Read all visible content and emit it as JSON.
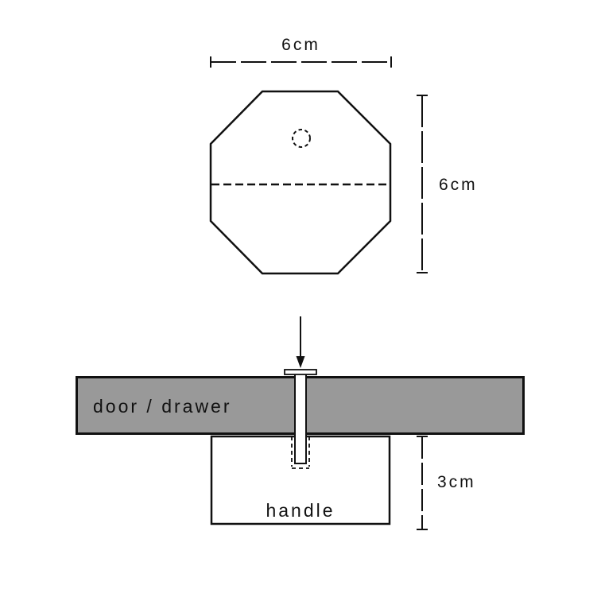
{
  "colors": {
    "background": "#ffffff",
    "ink": "#111111",
    "door_fill": "#999999"
  },
  "top_view": {
    "description": "octagonal knob top view with dashed screw hole and dashed center line",
    "width_dimension": "6cm",
    "height_dimension": "6cm"
  },
  "section_view": {
    "description": "cross-section of screw fastening knob handle to a door or drawer front",
    "door_label": "door / drawer",
    "handle_label": "handle",
    "depth_dimension": "3cm"
  }
}
